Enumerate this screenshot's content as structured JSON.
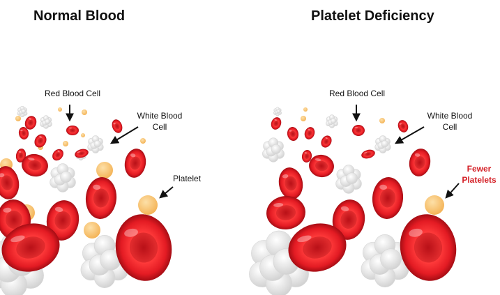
{
  "titles": {
    "left": "Normal Blood",
    "right": "Platelet Deficiency"
  },
  "labels": {
    "left_rbc": "Red Blood Cell",
    "left_wbc_line1": "White Blood",
    "left_wbc_line2": "Cell",
    "left_platelet": "Platelet",
    "right_rbc": "Red Blood Cell",
    "right_wbc_line1": "White Blood",
    "right_wbc_line2": "Cell",
    "right_fewer_line1": "Fewer",
    "right_fewer_line2": "Platelets"
  },
  "colors": {
    "red_cell": "#e31b23",
    "red_cell_dark": "#a50d14",
    "platelet": "#f8c068",
    "white_cell": "#e9e9e9",
    "warning_text": "#d41f26"
  }
}
